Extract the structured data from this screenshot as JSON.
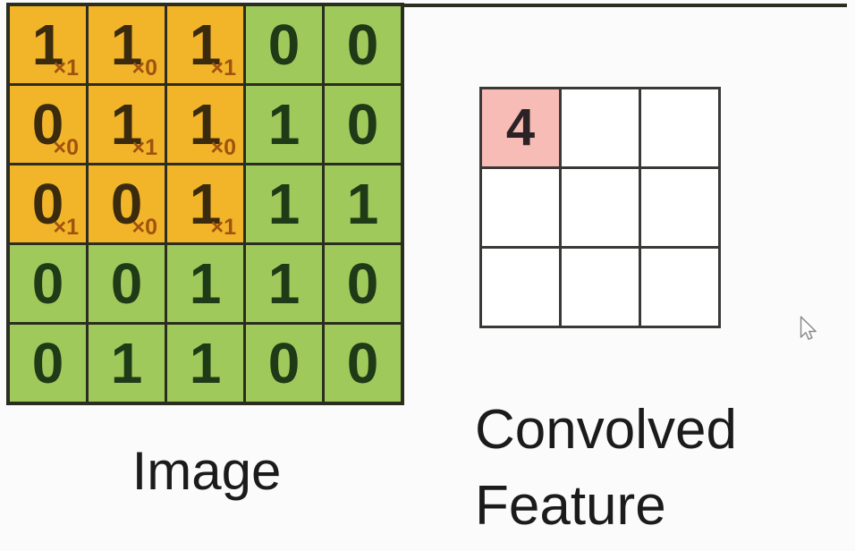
{
  "colors": {
    "background": "#fbfbfb",
    "kernel_cell": "#f2b52a",
    "image_cell": "#a0c95c",
    "image_grid_border": "#2a2d20",
    "kernel_digit": "#3a2b0e",
    "image_digit": "#1e3a16",
    "multiplier": "#a0520e",
    "result_cell": "#ffffff",
    "result_highlight_cell": "#f8bcb6",
    "result_grid_border": "#3a3935",
    "result_digit": "#2b2225",
    "label_text": "#1b1b1b"
  },
  "image_grid": {
    "label": "Image",
    "values": [
      [
        1,
        1,
        1,
        0,
        0
      ],
      [
        0,
        1,
        1,
        1,
        0
      ],
      [
        0,
        0,
        1,
        1,
        1
      ],
      [
        0,
        0,
        1,
        1,
        0
      ],
      [
        0,
        1,
        1,
        0,
        0
      ]
    ]
  },
  "kernel_overlay": {
    "multipliers": [
      [
        "×1",
        "×0",
        "×1"
      ],
      [
        "×0",
        "×1",
        "×0"
      ],
      [
        "×1",
        "×0",
        "×1"
      ]
    ]
  },
  "convolved_grid": {
    "label_lines": [
      "Convolved",
      "Feature"
    ],
    "values": [
      [
        "4",
        "",
        ""
      ],
      [
        "",
        "",
        ""
      ],
      [
        "",
        "",
        ""
      ]
    ],
    "highlighted": {
      "row": 0,
      "col": 0
    }
  }
}
